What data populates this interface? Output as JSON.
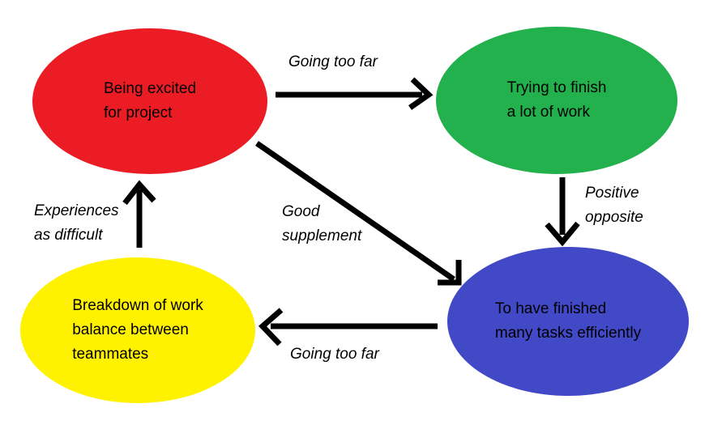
{
  "canvas": {
    "background": "#ffffff",
    "text_color": "#000000",
    "arrow_color": "#000000"
  },
  "nodes": [
    {
      "id": "excited",
      "label": "Being excited\nfor project",
      "color": "#EC1C24"
    },
    {
      "id": "trying",
      "label": "Trying to finish\na lot of work",
      "color": "#22B14C"
    },
    {
      "id": "finished",
      "label": "To have finished\nmany tasks efficiently",
      "color": "#4149C6"
    },
    {
      "id": "breakdown",
      "label": "Breakdown of work\nbalance between\nteammates",
      "color": "#FFF200"
    }
  ],
  "edges": [
    {
      "from": "excited",
      "to": "trying",
      "label": "Going too far"
    },
    {
      "from": "trying",
      "to": "finished",
      "label": "Positive\nopposite"
    },
    {
      "from": "excited",
      "to": "finished",
      "label": "Good\nsupplement"
    },
    {
      "from": "finished",
      "to": "breakdown",
      "label": "Going too far"
    },
    {
      "from": "breakdown",
      "to": "excited",
      "label": "Experiences\nas difficult"
    }
  ]
}
